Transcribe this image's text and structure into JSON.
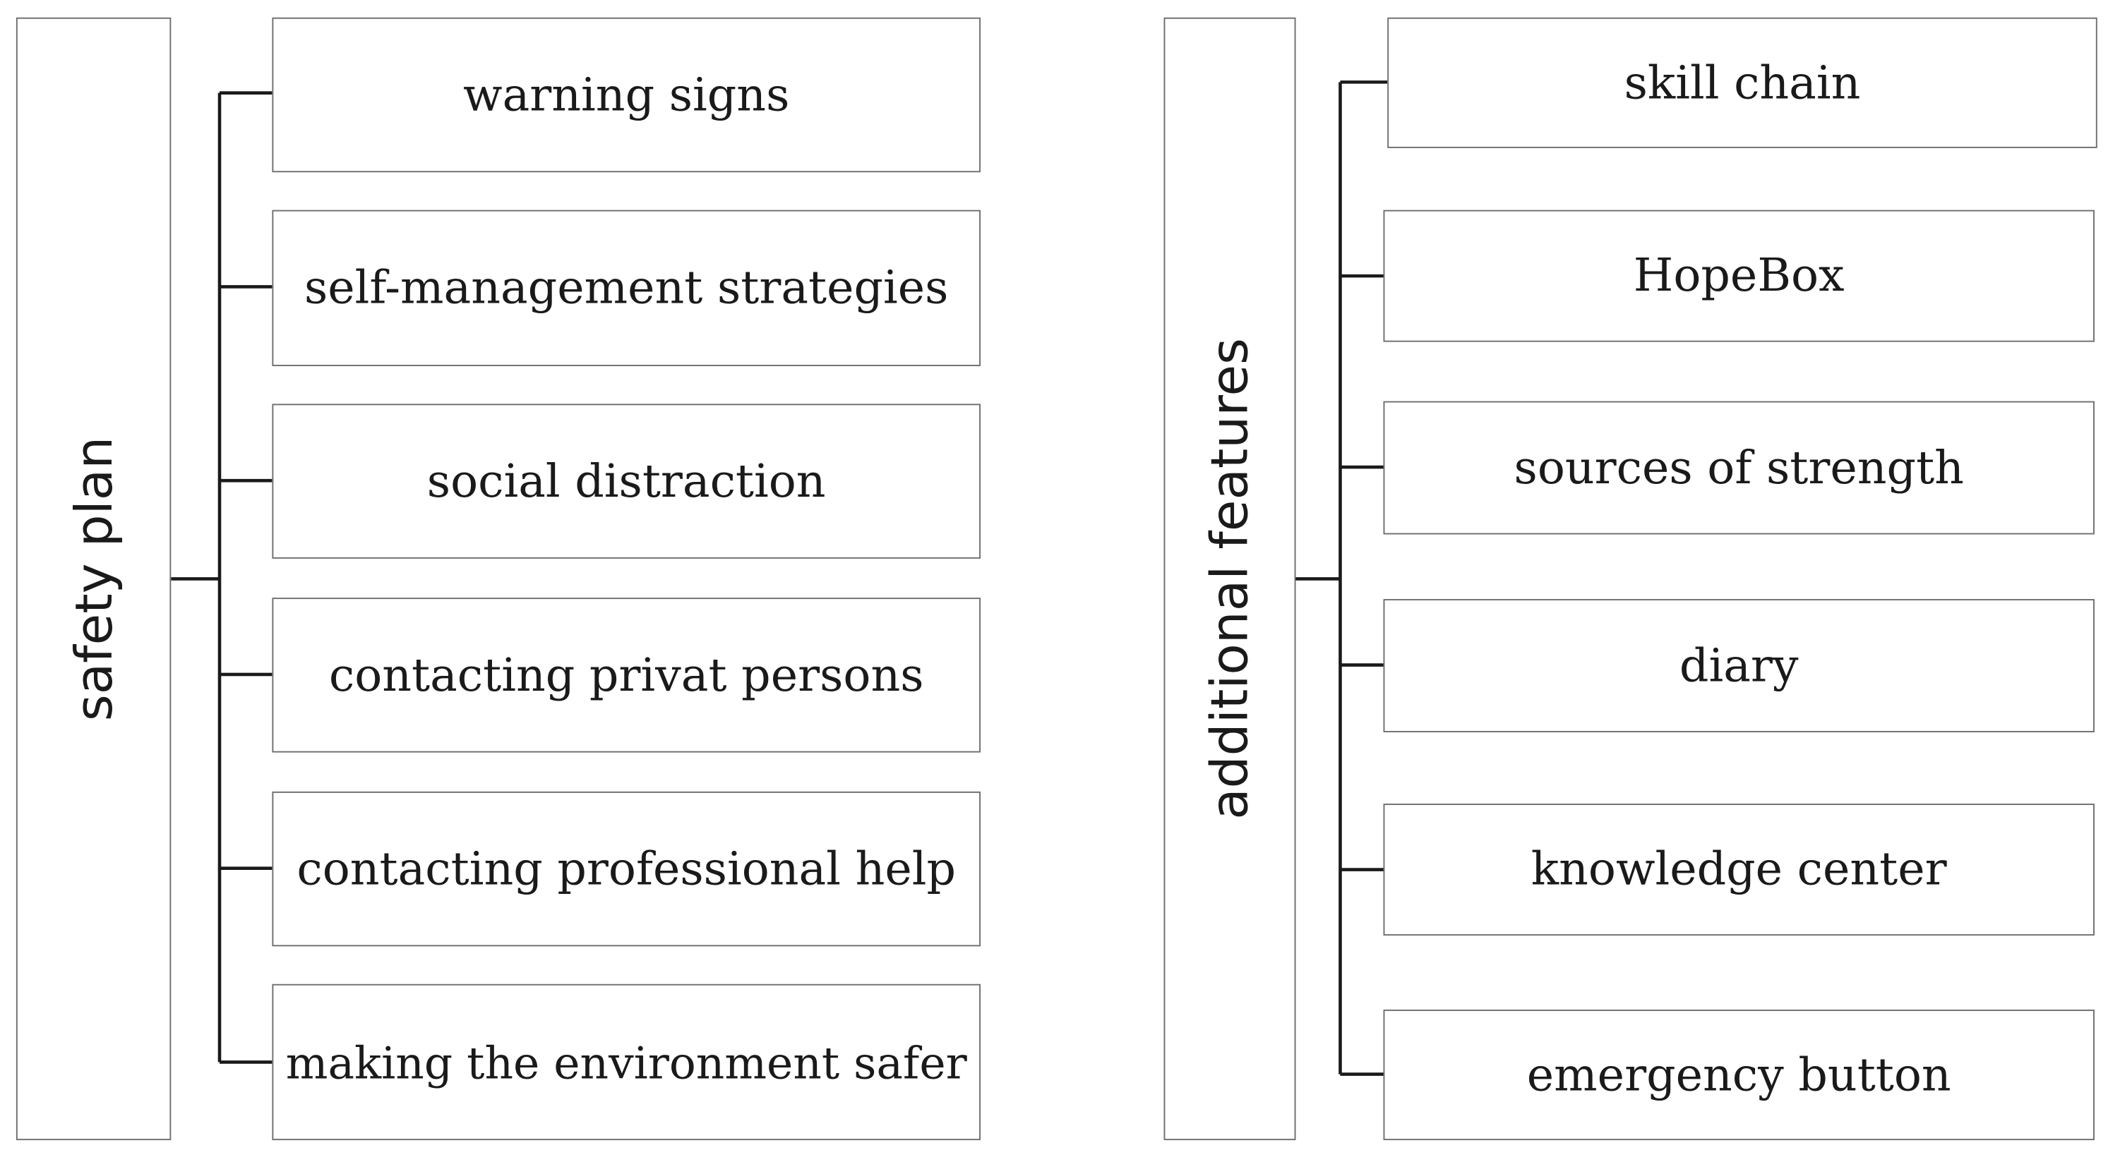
{
  "safety_plan": {
    "label": "safety plan",
    "items": [
      {
        "label": "warning signs"
      },
      {
        "label": "self-management strategies"
      },
      {
        "label": "social distraction"
      },
      {
        "label": "contacting privat persons"
      },
      {
        "label": "contacting professional help"
      },
      {
        "label": "making the environment safer"
      }
    ]
  },
  "additional_features": {
    "label": "additional features",
    "items": [
      {
        "label": "skill chain"
      },
      {
        "label": "HopeBox"
      },
      {
        "label": "sources of strength"
      },
      {
        "label": "diary"
      },
      {
        "label": "knowledge center"
      },
      {
        "label": "emergency button"
      }
    ]
  }
}
